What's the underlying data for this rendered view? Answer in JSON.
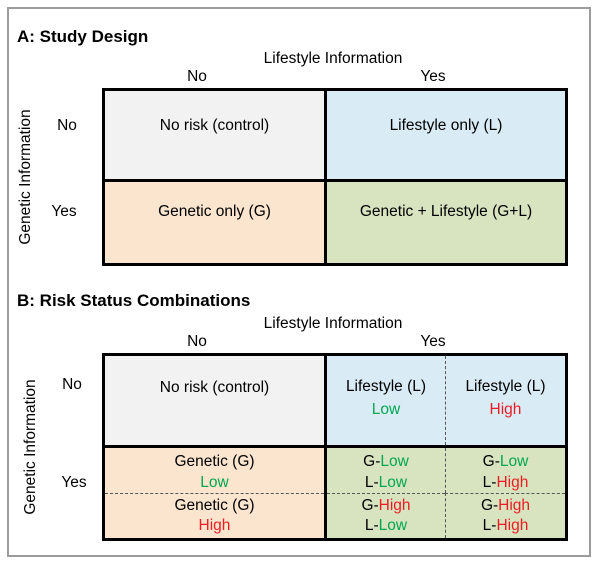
{
  "colors": {
    "control_bg": "#f2f2f2",
    "lifestyle_bg": "#d9ecf5",
    "genetic_bg": "#fbe5cf",
    "combined_bg": "#d8e4c0",
    "low_text": "#00a651",
    "high_text": "#ed1c24",
    "frame_border": "#9c9c9c"
  },
  "panelA": {
    "title": "A: Study Design",
    "col_axis_label": "Lifestyle Information",
    "row_axis_label": "Genetic Information",
    "col_no": "No",
    "col_yes": "Yes",
    "row_no": "No",
    "row_yes": "Yes",
    "cell_control": "No risk (control)",
    "cell_lifestyle": "Lifestyle only (L)",
    "cell_genetic": "Genetic only (G)",
    "cell_combined": "Genetic + Lifestyle (G+L)"
  },
  "panelB": {
    "title": "B: Risk Status Combinations",
    "col_axis_label": "Lifestyle Information",
    "row_axis_label": "Genetic Information",
    "col_no": "No",
    "col_yes": "Yes",
    "row_no": "No",
    "row_yes": "Yes",
    "cell_control": "No risk (control)",
    "lifestyle_low": {
      "name": "Lifestyle (L)",
      "level": "Low"
    },
    "lifestyle_high": {
      "name": "Lifestyle (L)",
      "level": "High"
    },
    "genetic_low": {
      "name": "Genetic (G)",
      "level": "Low"
    },
    "genetic_high": {
      "name": "Genetic (G)",
      "level": "High"
    },
    "quadrants": [
      {
        "g_prefix": "G-",
        "g_level": "Low",
        "l_prefix": "L-",
        "l_level": "Low"
      },
      {
        "g_prefix": "G-",
        "g_level": "Low",
        "l_prefix": "L-",
        "l_level": "High"
      },
      {
        "g_prefix": "G-",
        "g_level": "High",
        "l_prefix": "L-",
        "l_level": "Low"
      },
      {
        "g_prefix": "G-",
        "g_level": "High",
        "l_prefix": "L-",
        "l_level": "High"
      }
    ]
  }
}
